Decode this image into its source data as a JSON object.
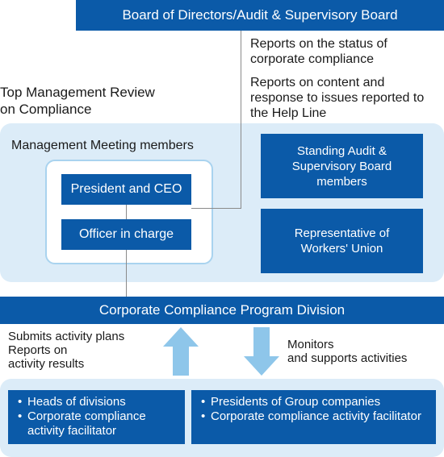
{
  "board": {
    "label": "Board of Directors/Audit & Supervisory Board"
  },
  "reports_to_board": {
    "status": "Reports on the status of corporate compliance",
    "helpline": "Reports on content and response to issues reported to the Help Line"
  },
  "top_review": {
    "title_line1": "Top Management Review",
    "title_line2": "on Compliance"
  },
  "management": {
    "title": "Management Meeting members",
    "president": "President and CEO",
    "officer": "Officer in charge",
    "standing_audit": "Standing Audit & Supervisory Board members",
    "union": "Representative of Workers' Union"
  },
  "division": {
    "label": "Corporate Compliance Program Division"
  },
  "flows": {
    "up_line1": "Submits activity plans",
    "up_line2": "Reports on",
    "up_line3": "activity results",
    "down_line1": "Monitors",
    "down_line2": "and supports activities"
  },
  "bottom": {
    "left_items": [
      "Heads of divisions",
      "Corporate compliance activity facilitator"
    ],
    "right_items": [
      "Presidents of Group companies",
      "Corporate compliance activity facilitator"
    ]
  },
  "colors": {
    "navy": "#0b5aa8",
    "panel": "#dcecf8",
    "arrow": "#8ec6ea",
    "connector": "#8a8a8a"
  }
}
